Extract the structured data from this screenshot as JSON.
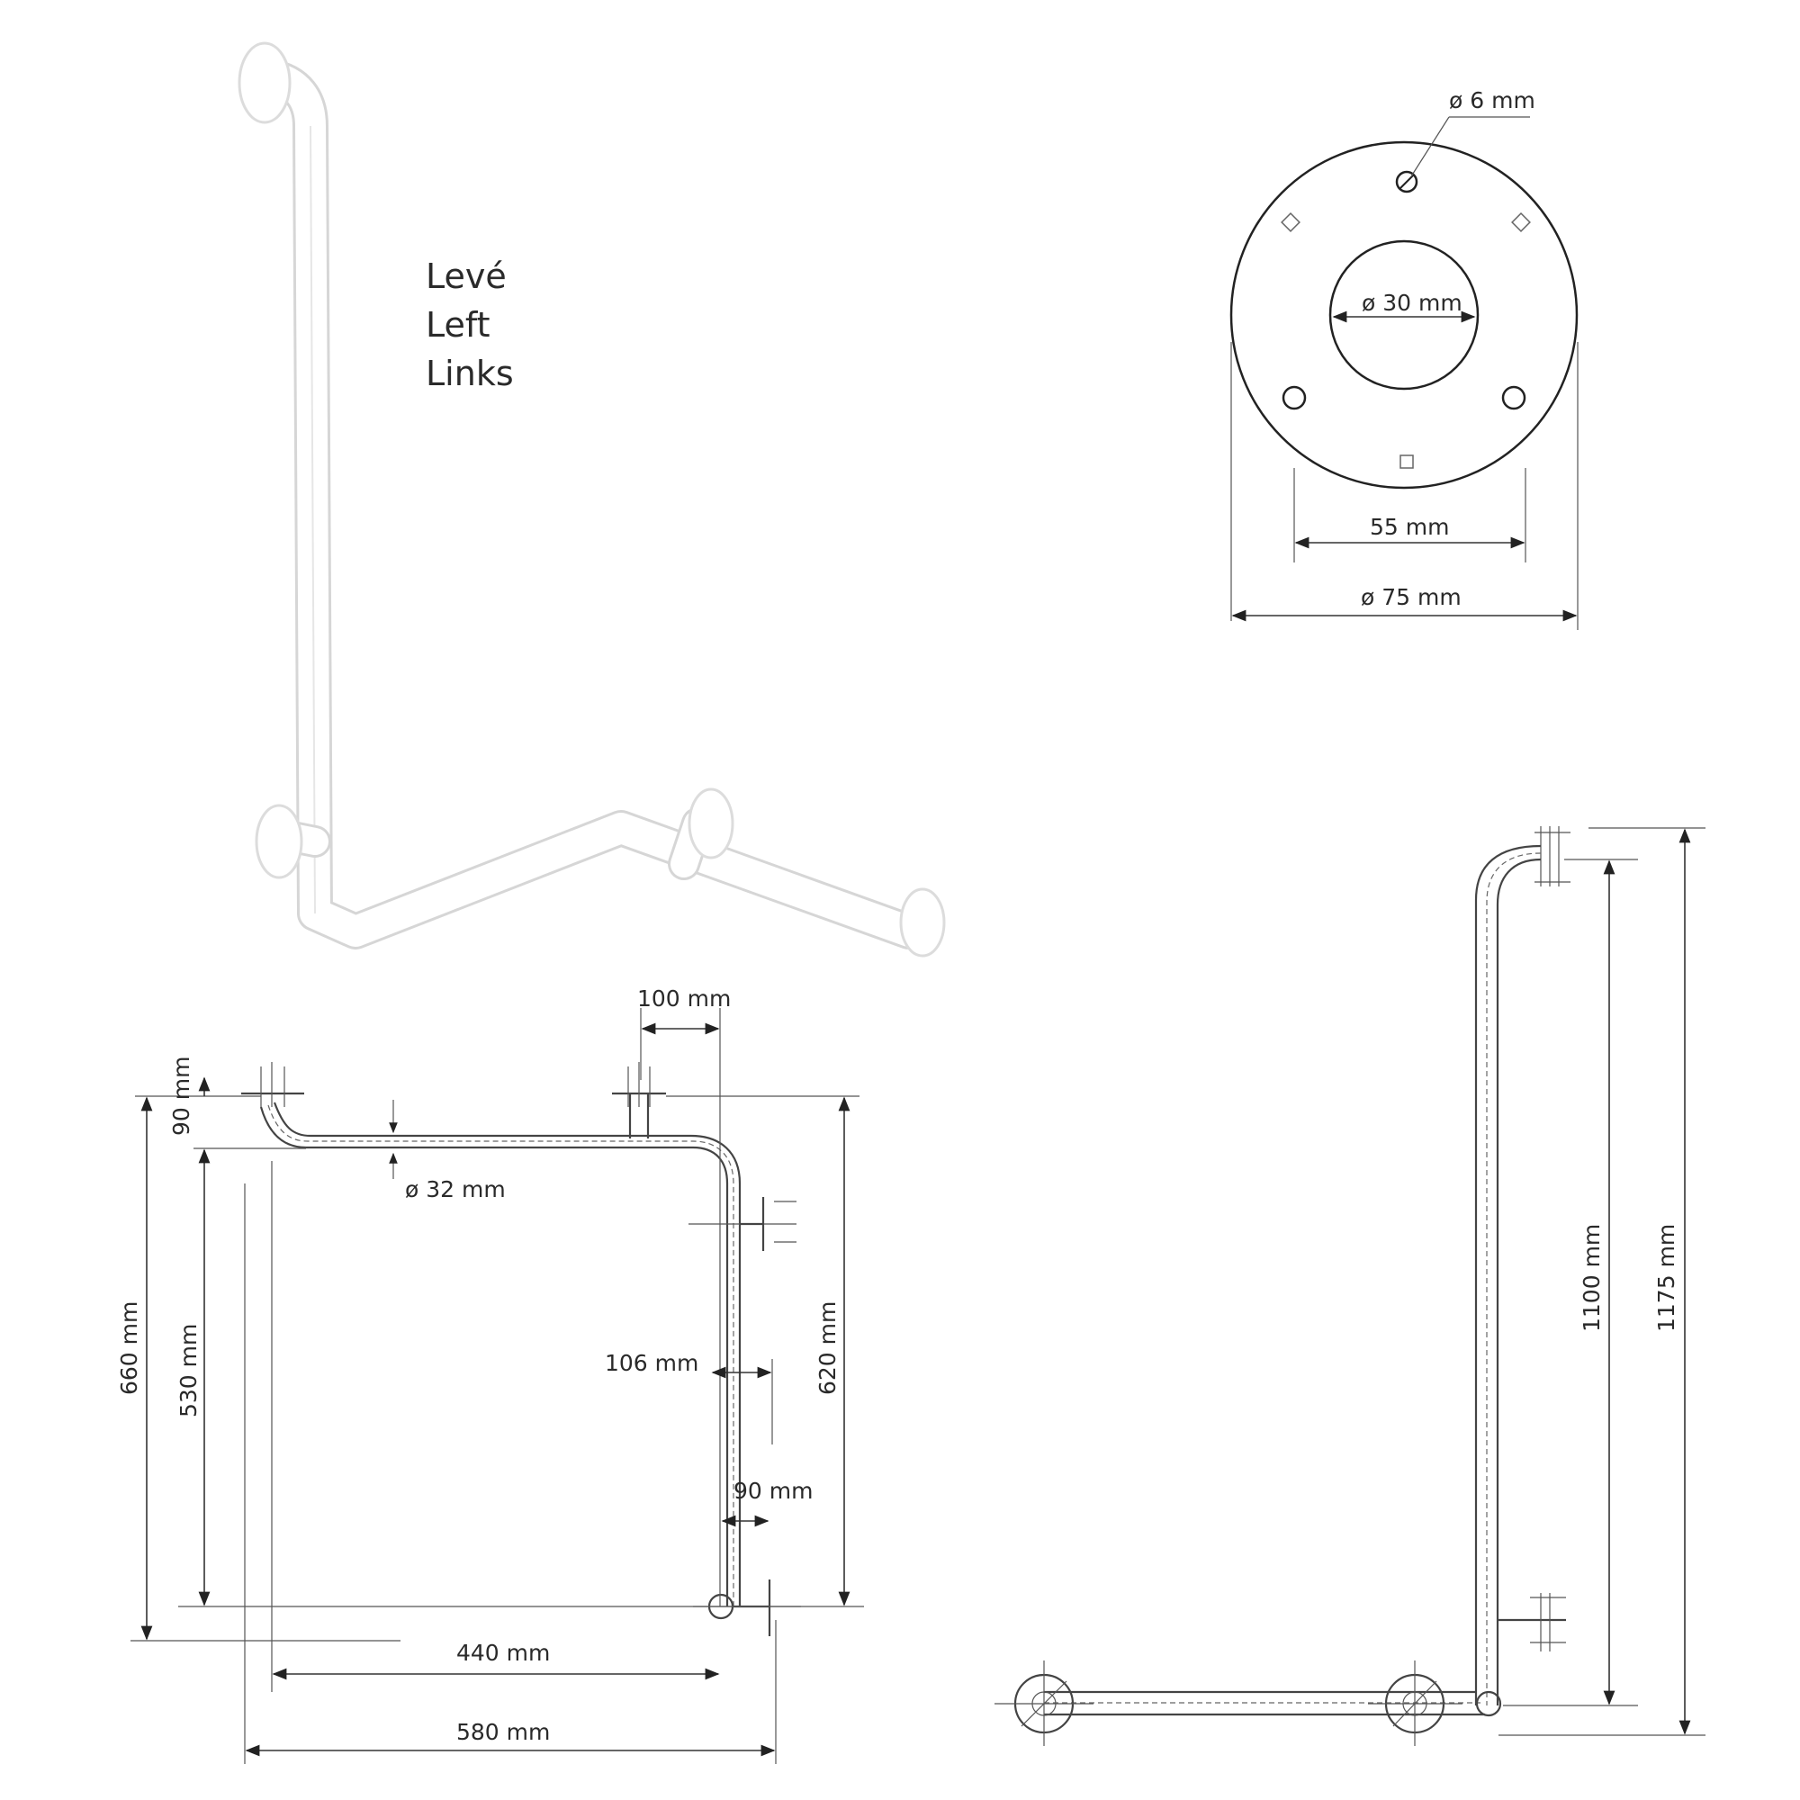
{
  "orientation_labels": [
    "Levé",
    "Left",
    "Links"
  ],
  "rosette": {
    "screw_hole": "ø 6 mm",
    "inner_diameter": "ø 30 mm",
    "hole_spacing": "55 mm",
    "outer_diameter": "ø 75 mm"
  },
  "front_view": {
    "offset_top": "100 mm",
    "wall_gap_top": "90 mm",
    "tube_diameter": "ø 32 mm",
    "total_height": "660 mm",
    "inner_height": "530 mm",
    "right_height": "620 mm",
    "arm_projection": "106 mm",
    "wall_gap_bottom": "90 mm",
    "inner_width": "440 mm",
    "total_width": "580 mm"
  },
  "side_view": {
    "inner_height": "1100 mm",
    "total_height": "1175 mm"
  }
}
